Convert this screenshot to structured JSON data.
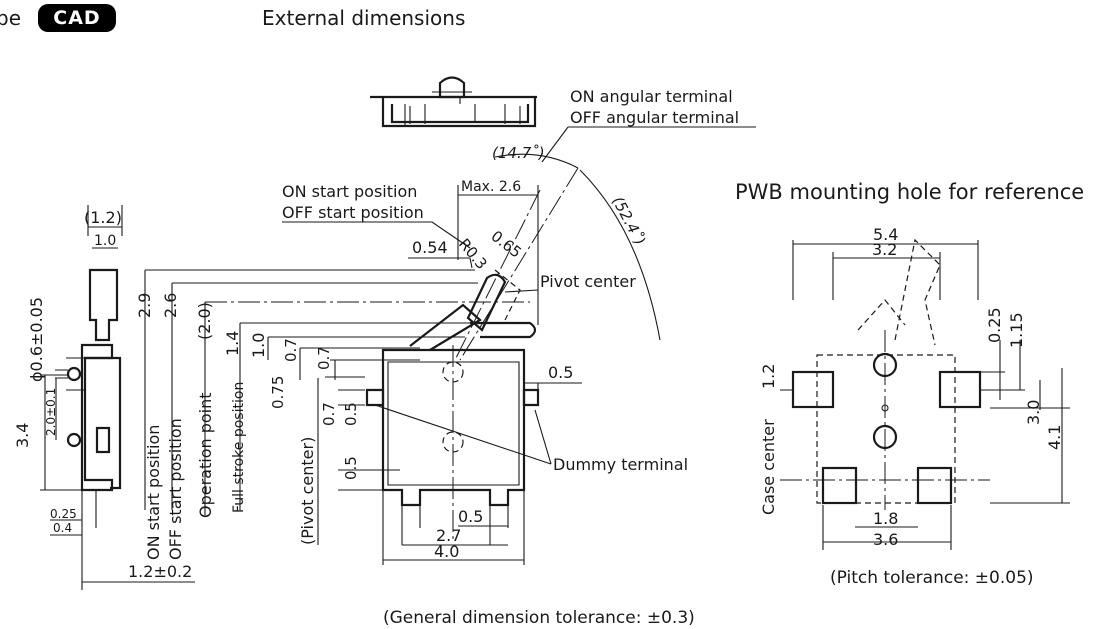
{
  "header": {
    "type_label": "pe",
    "cad_badge": "CAD",
    "title": "External dimensions"
  },
  "pwb": {
    "title": "PWB mounting hole for reference",
    "pitch_note": "(Pitch tolerance: ±0.05)"
  },
  "footer": {
    "general_note": "(General dimension tolerance: ±0.3)"
  },
  "labels": {
    "on_angular": "ON angular terminal",
    "off_angular": "OFF angular terminal",
    "angle_small": "(14.7˚)",
    "angle_large": "(52.4˚)",
    "on_start_pos": "ON start position",
    "off_start_pos": "OFF start position",
    "max": "Max. 2.6",
    "r03": "R0.3",
    "d065": "0.65",
    "d054": "0.54",
    "pivot_center": "Pivot center",
    "dummy_terminal": "Dummy terminal",
    "v_on_start": "ON start position",
    "v_off_start": "OFF start position",
    "v_operation": "Operation point",
    "v_full_stroke": "Full stroke position",
    "v_pivot": "(Pivot center)",
    "case_center": "Case center"
  },
  "dims": {
    "d12p": "(1.2)",
    "d10": "1.0",
    "phi": "ϕ0.6±0.05",
    "d34": "3.4",
    "d20tol": "2.0±0.1",
    "d025": "0.25",
    "d04": "0.4",
    "d12tol": "1.2±0.2",
    "d29": "2.9",
    "d26": "2.6",
    "d20p": "(2.0)",
    "d14": "1.4",
    "d10b": "1.0",
    "d07": "0.7",
    "d075": "0.75",
    "d07b": "0.7",
    "d05a": "0.5",
    "d05b": "0.5",
    "d05c": "0.5",
    "d05d": "0.5",
    "d27": "2.7",
    "d40": "4.0",
    "p54": "5.4",
    "p32": "3.2",
    "p025": "0.25",
    "p115": "1.15",
    "p12": "1.2",
    "p30": "3.0",
    "p41": "4.1",
    "p18": "1.8",
    "p36": "3.6"
  }
}
